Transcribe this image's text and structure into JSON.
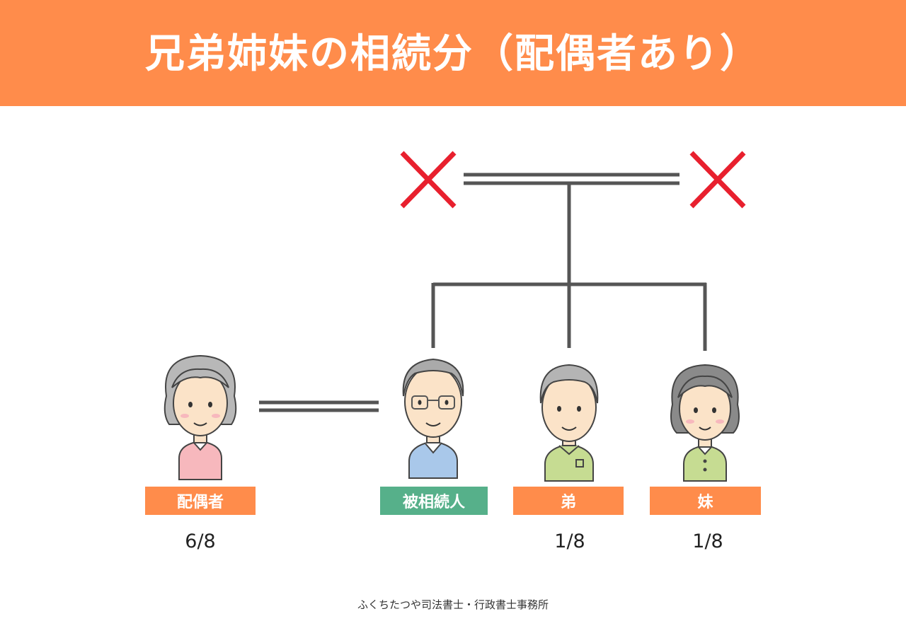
{
  "header": {
    "title": "兄弟姉妹の相続分（配偶者あり）"
  },
  "colors": {
    "banner": "#ff8c4b",
    "orange_label": "#ff8c4b",
    "green_label": "#56b08a",
    "line": "#555555",
    "cross": "#e8202e"
  },
  "people": [
    {
      "id": "spouse",
      "label": "配偶者",
      "share": "6/8",
      "label_color": "orange"
    },
    {
      "id": "deceased",
      "label": "被相続人",
      "share": "",
      "label_color": "green"
    },
    {
      "id": "younger-brother",
      "label": "弟",
      "share": "1/8",
      "label_color": "orange"
    },
    {
      "id": "younger-sister",
      "label": "妹",
      "share": "1/8",
      "label_color": "orange"
    }
  ],
  "parents": [
    {
      "id": "father",
      "status": "deceased",
      "icon": "cross-mark-icon"
    },
    {
      "id": "mother",
      "status": "deceased",
      "icon": "cross-mark-icon"
    }
  ],
  "footer": {
    "text": "ふくちたつや司法書士・行政書士事務所"
  }
}
